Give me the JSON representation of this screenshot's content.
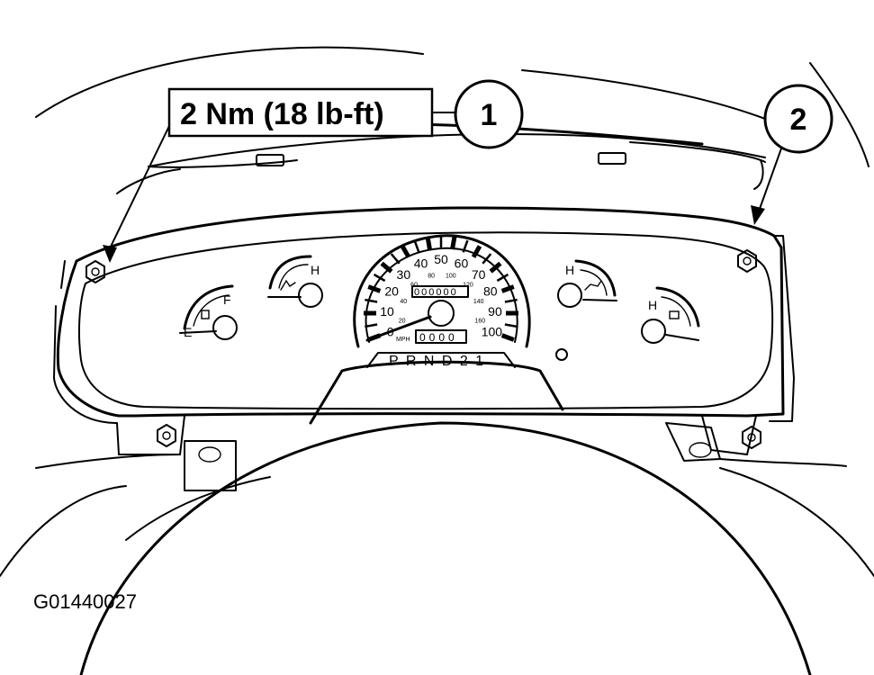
{
  "callouts": [
    {
      "number": "1",
      "label": "2 Nm (18 lb-ft)"
    },
    {
      "number": "2",
      "label": ""
    }
  ],
  "figure_id": "G01440027",
  "gauges": {
    "fuel": {
      "low": "E",
      "high": "F"
    },
    "temp": {
      "high": "H"
    },
    "oil": {
      "high": "H"
    },
    "volt": {
      "high": "H"
    }
  },
  "speedometer": {
    "mph_ticks": [
      "0",
      "10",
      "20",
      "30",
      "40",
      "50",
      "60",
      "70",
      "80",
      "90",
      "100"
    ],
    "kmh_ticks": [
      "20",
      "40",
      "60",
      "80",
      "100",
      "120",
      "140",
      "160"
    ],
    "unit": "MPH",
    "odometer_digits": "000000",
    "trip_digits": "0000"
  },
  "prndl": "P R N D 2 1"
}
